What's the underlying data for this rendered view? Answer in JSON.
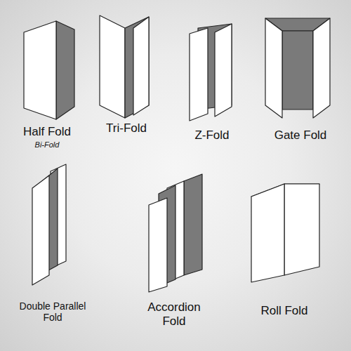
{
  "diagram": {
    "labels": [
      "Half Fold",
      "Bi-Fold",
      "Tri-Fold",
      "Z-Fold",
      "Gate Fold",
      "Double Parallel Fold",
      "Accordion Fold",
      "Roll Fold"
    ]
  }
}
